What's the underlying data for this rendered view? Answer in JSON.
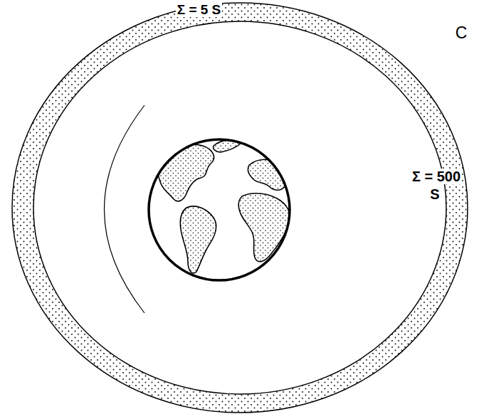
{
  "diagram": {
    "labels": [
      "Σ = 5 S",
      "Σ = 500 S",
      "C"
    ]
  }
}
